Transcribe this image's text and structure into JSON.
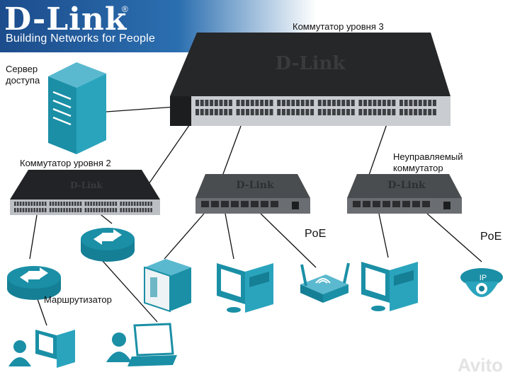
{
  "header": {
    "brand": "D-Link",
    "brand_mark": "®",
    "tagline": "Building Networks for People"
  },
  "labels": {
    "l3_switch": "Коммутатор уровня 3",
    "server": "Сервер\nдоступа",
    "l2_switch": "Коммутатор уровня 2",
    "unmanaged": "Неуправляемый\nкоммутатор",
    "router": "Маршрутизатор",
    "poe_left": "PoE",
    "poe_right": "PoE",
    "camera_ip": "IP"
  },
  "devices": {
    "l3_switch_logo": "D-Link",
    "l2_switch_logo": "D-Link",
    "poe_switch_logo": "D-Link",
    "unmanaged_switch_logo": "D-Link"
  },
  "watermark": "Avito",
  "colors": {
    "accent": "#1a8fa6",
    "header": "#1c4c8c",
    "switch_body": "#2a2b2d"
  },
  "icons": [
    "server-icon",
    "router-icon",
    "nas-icon",
    "desktop-pc-icon",
    "wireless-ap-icon",
    "ip-camera-icon",
    "user-icon",
    "laptop-icon"
  ]
}
